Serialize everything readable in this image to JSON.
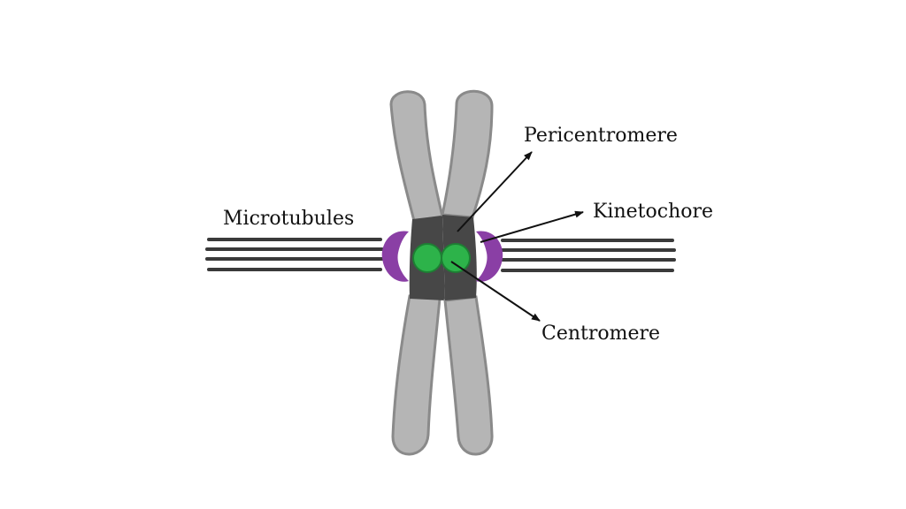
{
  "diagram": {
    "labels": {
      "microtubules": "Microtubules",
      "pericentromere": "Pericentromere",
      "kinetochore": "Kinetochore",
      "centromere": "Centromere"
    },
    "colors": {
      "chromatid_fill": "#b5b5b5",
      "chromatid_stroke": "#8a8a8a",
      "pericentromere": "#474747",
      "centromere": "#2db34a",
      "centromere_stroke": "#1d7f33",
      "kinetochore": "#8a3fa5",
      "microtubule": "#3a3a3a",
      "arrow": "#111111",
      "background": "#ffffff"
    }
  }
}
